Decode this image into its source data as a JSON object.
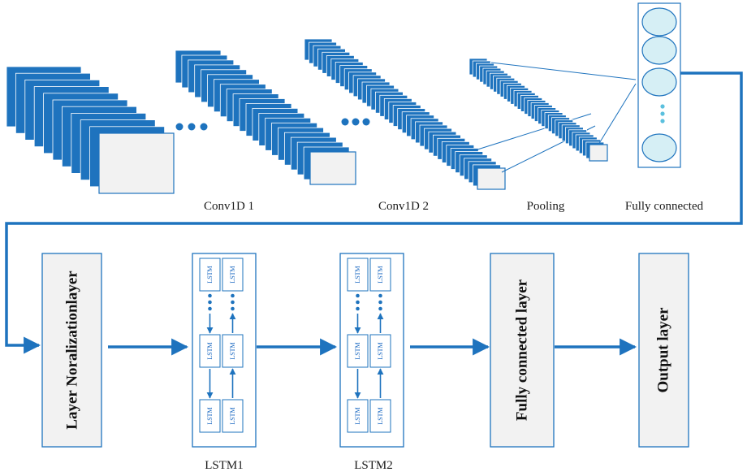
{
  "colors": {
    "accent": "#1e73be",
    "slice_front": "#f2f2f2",
    "fc_node_fill": "#d6eff5",
    "block_fill": "#f2f2f2"
  },
  "feature_extractor": {
    "labels": {
      "conv1": "Conv1D 1",
      "conv2": "Conv1D 2",
      "pooling": "Pooling",
      "fully_connected": "Fully connected"
    },
    "stacks": [
      {
        "name": "input-feature-maps",
        "slices": 11
      },
      {
        "name": "conv1d-1-feature-maps",
        "slices": 22
      },
      {
        "name": "conv1d-2-feature-maps",
        "slices": 40
      },
      {
        "name": "pooling-feature-maps",
        "slices": 36
      }
    ],
    "fc_nodes": 4
  },
  "sequence_model": {
    "blocks": {
      "layer_norm": "Layer Noralizationlayer",
      "fully_connected": "Fully connected layer",
      "output": "Output layer"
    },
    "lstm_groups": [
      {
        "label": "LSTM1",
        "cell_text": "LSTM"
      },
      {
        "label": "LSTM2",
        "cell_text": "LSTM"
      }
    ]
  }
}
